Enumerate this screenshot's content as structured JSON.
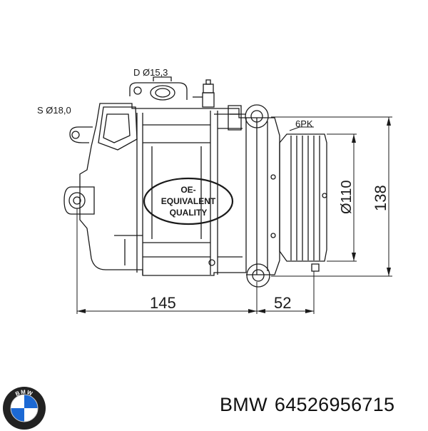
{
  "diagram": {
    "label_discharge": "D Ø15,3",
    "label_suction": "S Ø18,0",
    "label_belt": "6PK",
    "label_pulley_diameter": "Ø110",
    "label_height": "138",
    "label_length": "145",
    "label_pulley_offset": "52",
    "badge_line1": "OE-",
    "badge_line2": "EQUIVALENT",
    "badge_line3": "QUALITY"
  },
  "footer": {
    "brand": "BMW",
    "part_number": "64526956715",
    "logo_icon": "bmw-roundel-icon",
    "logo_letters": "BMW"
  },
  "colors": {
    "line": "#1a1a1a",
    "logo_blue": "#1c69d4",
    "logo_ring": "#222222"
  }
}
